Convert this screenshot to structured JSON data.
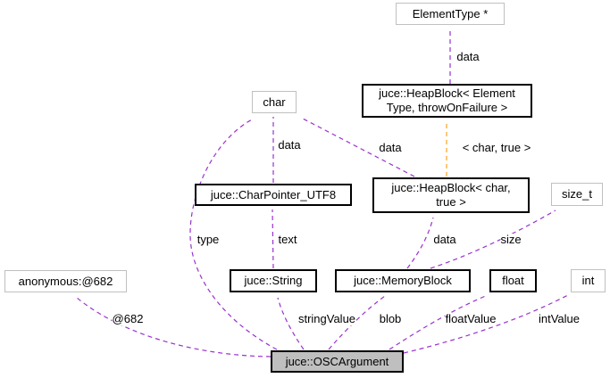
{
  "diagram": {
    "kind": "doxygen-collaboration-graph",
    "main_class": "juce::OSCArgument",
    "colors": {
      "usage_edge": "#9a32cd",
      "template_edge": "#ffa420",
      "documented_node_border": "#000000",
      "external_node_border": "#c0c0c0",
      "main_node_fill": "#bfbfbf",
      "background": "#ffffff"
    },
    "nodes": {
      "elementType": {
        "label": "ElementType *"
      },
      "heapBlockElement": {
        "line1": "juce::HeapBlock< Element",
        "line2": "Type, throwOnFailure >"
      },
      "char": {
        "label": "char"
      },
      "charPointerUtf8": {
        "label": "juce::CharPointer_UTF8"
      },
      "heapBlockChar": {
        "line1": "juce::HeapBlock< char,",
        "line2": "true >"
      },
      "sizeT": {
        "label": "size_t"
      },
      "anonymous": {
        "label": "anonymous:@682"
      },
      "string": {
        "label": "juce::String"
      },
      "memoryBlock": {
        "label": "juce::MemoryBlock"
      },
      "float": {
        "label": "float"
      },
      "int": {
        "label": "int"
      },
      "oscArgument": {
        "label": "juce::OSCArgument"
      }
    },
    "edge_labels": {
      "data_element": "data",
      "template_args": "< char, true >",
      "data_charptr": "data",
      "data_heapblock": "data",
      "type": "type",
      "text": "text",
      "data_memblock": "data",
      "size": "size",
      "anon": "@682",
      "stringValue": "stringValue",
      "blob": "blob",
      "floatValue": "floatValue",
      "intValue": "intValue"
    }
  }
}
